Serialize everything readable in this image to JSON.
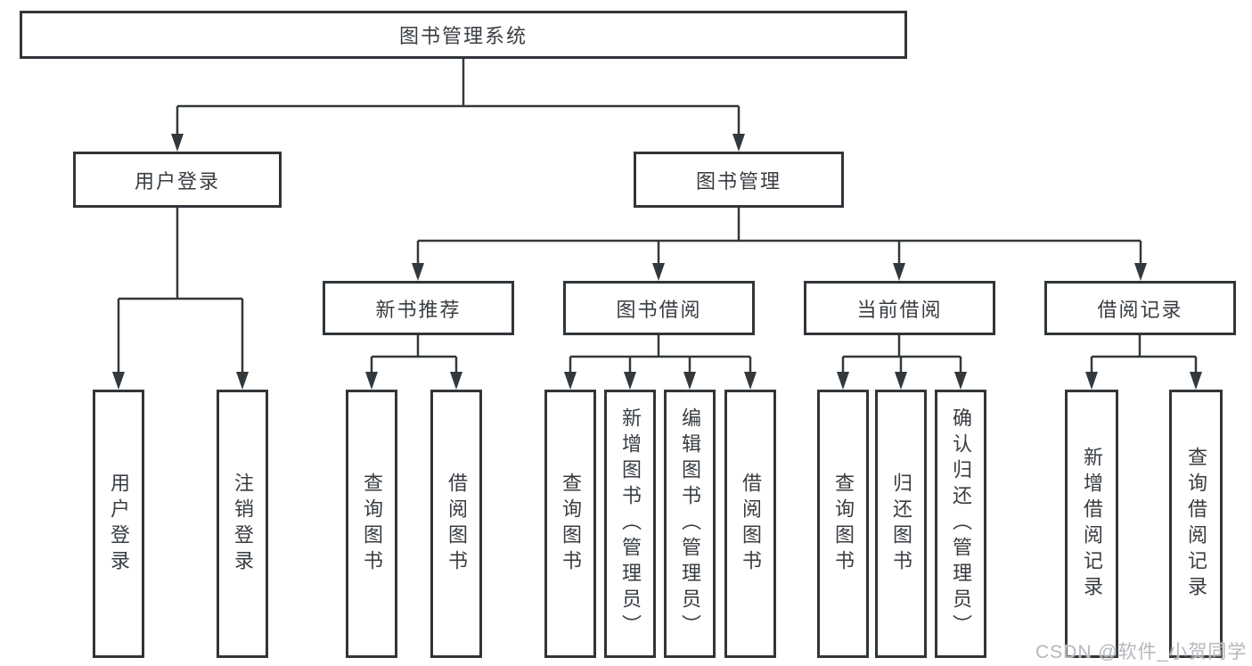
{
  "diagram": {
    "root": {
      "label": "图书管理系统"
    },
    "branches": [
      {
        "label": "用户登录",
        "children": [
          {
            "label": "用户登录"
          },
          {
            "label": "注销登录"
          }
        ]
      },
      {
        "label": "图书管理",
        "children": [
          {
            "label": "新书推荐",
            "children": [
              {
                "label": "查询图书"
              },
              {
                "label": "借阅图书"
              }
            ]
          },
          {
            "label": "图书借阅",
            "children": [
              {
                "label": "查询图书"
              },
              {
                "label": "新增图书（管理员）"
              },
              {
                "label": "编辑图书（管理员）"
              },
              {
                "label": "借阅图书"
              }
            ]
          },
          {
            "label": "当前借阅",
            "children": [
              {
                "label": "查询图书"
              },
              {
                "label": "归还图书"
              },
              {
                "label": "确认归还（管理员）"
              }
            ]
          },
          {
            "label": "借阅记录",
            "children": [
              {
                "label": "新增借阅记录"
              },
              {
                "label": "查询借阅记录"
              }
            ]
          }
        ]
      }
    ]
  },
  "watermark": {
    "text": "CSDN @软件_小贺同学"
  },
  "colors": {
    "line": "#33383c",
    "box_border": "#303539",
    "text": "#383d42",
    "watermark": "#b4b8bc",
    "background": "#ffffff"
  }
}
